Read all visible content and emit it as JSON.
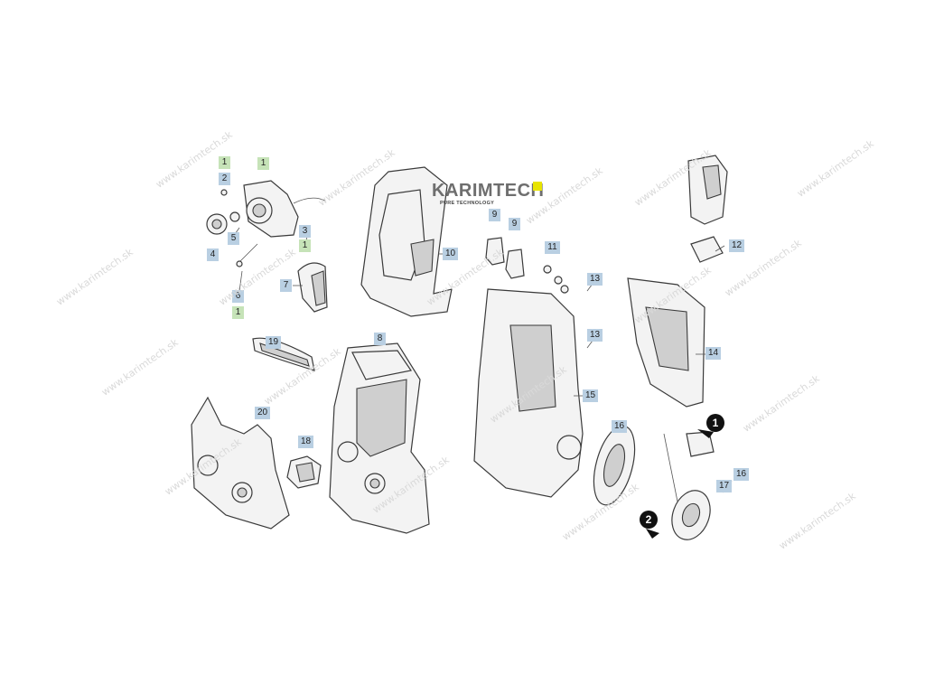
{
  "watermark": {
    "text": "www.karimtech.sk"
  },
  "logo": {
    "name": "KARIMTECH",
    "tagline": "PURE TECHNOLOGY",
    "accent_color": "#e8e400"
  },
  "labels": [
    {
      "text": "1",
      "color": "green"
    },
    {
      "text": "2",
      "color": "blue"
    },
    {
      "text": "1",
      "color": "green"
    },
    {
      "text": "3",
      "color": "blue"
    },
    {
      "text": "1",
      "color": "green"
    },
    {
      "text": "5",
      "color": "blue"
    },
    {
      "text": "4",
      "color": "blue"
    },
    {
      "text": "6",
      "color": "blue"
    },
    {
      "text": "1",
      "color": "green"
    },
    {
      "text": "7",
      "color": "blue"
    },
    {
      "text": "8",
      "color": "blue"
    },
    {
      "text": "9",
      "color": "blue"
    },
    {
      "text": "9",
      "color": "blue"
    },
    {
      "text": "10",
      "color": "blue"
    },
    {
      "text": "11",
      "color": "blue"
    },
    {
      "text": "12",
      "color": "blue"
    },
    {
      "text": "13",
      "color": "blue"
    },
    {
      "text": "13",
      "color": "blue"
    },
    {
      "text": "14",
      "color": "blue"
    },
    {
      "text": "15",
      "color": "blue"
    },
    {
      "text": "16",
      "color": "blue"
    },
    {
      "text": "16",
      "color": "blue"
    },
    {
      "text": "17",
      "color": "blue"
    },
    {
      "text": "18",
      "color": "blue"
    },
    {
      "text": "19",
      "color": "blue"
    },
    {
      "text": "20",
      "color": "blue"
    }
  ],
  "markers": [
    {
      "text": "1"
    },
    {
      "text": "2"
    }
  ]
}
